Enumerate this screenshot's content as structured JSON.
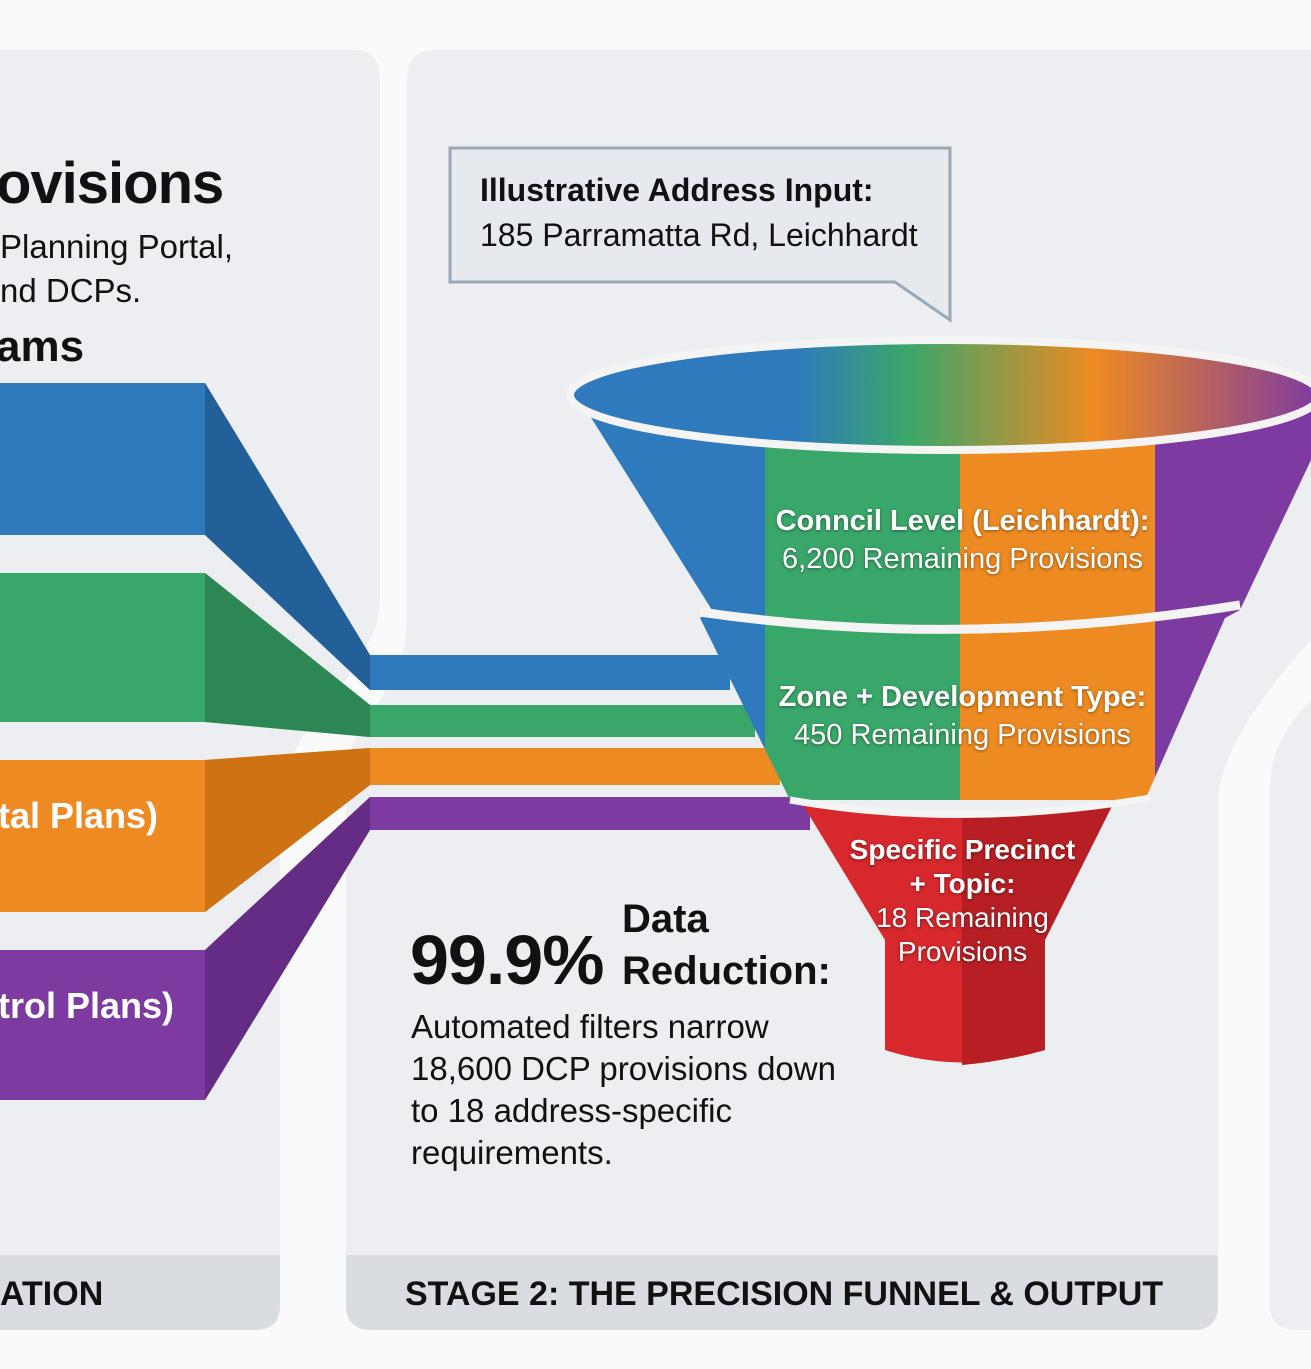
{
  "stage1": {
    "heading_partial": "ovisions",
    "subtext_lines": [
      "Planning Portal,",
      "nd DCPs."
    ],
    "heading2_partial": "ams",
    "bands": [
      {
        "label": "",
        "color": "#2f79bd"
      },
      {
        "label": "",
        "color": "#3aa76a"
      },
      {
        "label": "tal Plans)",
        "color": "#ee8a22"
      },
      {
        "label": "trol Plans)",
        "color": "#7d3aa0"
      }
    ],
    "footer_partial": "ATION"
  },
  "stage2": {
    "callout": {
      "title": "Illustrative Address Input:",
      "value": "185 Parramatta Rd, Leichhardt"
    },
    "funnel": [
      {
        "title": "Conncil Level (Leichhardt):",
        "value": "6,200 Remaining Provisions"
      },
      {
        "title": "Zone + Development Type:",
        "value": "450 Remaining Provisions"
      },
      {
        "title_lines": [
          "Specific Precinct",
          "+ Topic:"
        ],
        "value_lines": [
          "18 Remaining",
          "Provisions"
        ]
      }
    ],
    "stat": {
      "value": "99.9%",
      "label_lines": [
        "Data",
        "Reduction:"
      ]
    },
    "description_lines": [
      "Automated filters narrow",
      "18,600 DCP provisions down",
      "to 18 address-specific",
      "requirements."
    ],
    "footer": "STAGE 2: THE PRECISION FUNNEL & OUTPUT"
  },
  "colors": {
    "blue": "#2f79bd",
    "green": "#3aa76a",
    "orange": "#ee8a22",
    "purple": "#7d3aa0",
    "red": "#d7282d",
    "panel": "#eceef1",
    "footer": "#d9dce1"
  }
}
